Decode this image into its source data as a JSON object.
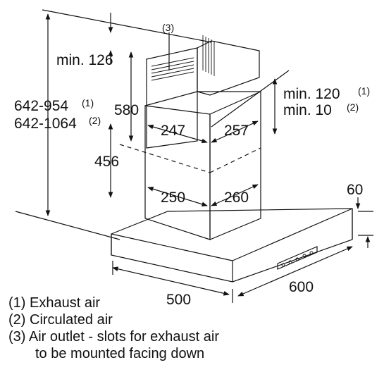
{
  "dimensions": {
    "min_126": "min. 126",
    "h_642_954": "642-954",
    "h_642_1064": "642-1064",
    "marker_1": "(1)",
    "marker_2": "(2)",
    "marker_3": "(3)",
    "d_580": "580",
    "d_456": "456",
    "d_247": "247",
    "d_257": "257",
    "d_250": "250",
    "d_260": "260",
    "min_120": "min. 120",
    "min_10": "min. 10",
    "d_60": "60",
    "d_500": "500",
    "d_600": "600"
  },
  "legend": {
    "line1": "(1) Exhaust air",
    "line2": "(2) Circulated air",
    "line3": "(3) Air outlet - slots for exhaust air",
    "line4": "to be mounted facing down"
  },
  "colors": {
    "ink": "#111111",
    "background": "#ffffff"
  }
}
